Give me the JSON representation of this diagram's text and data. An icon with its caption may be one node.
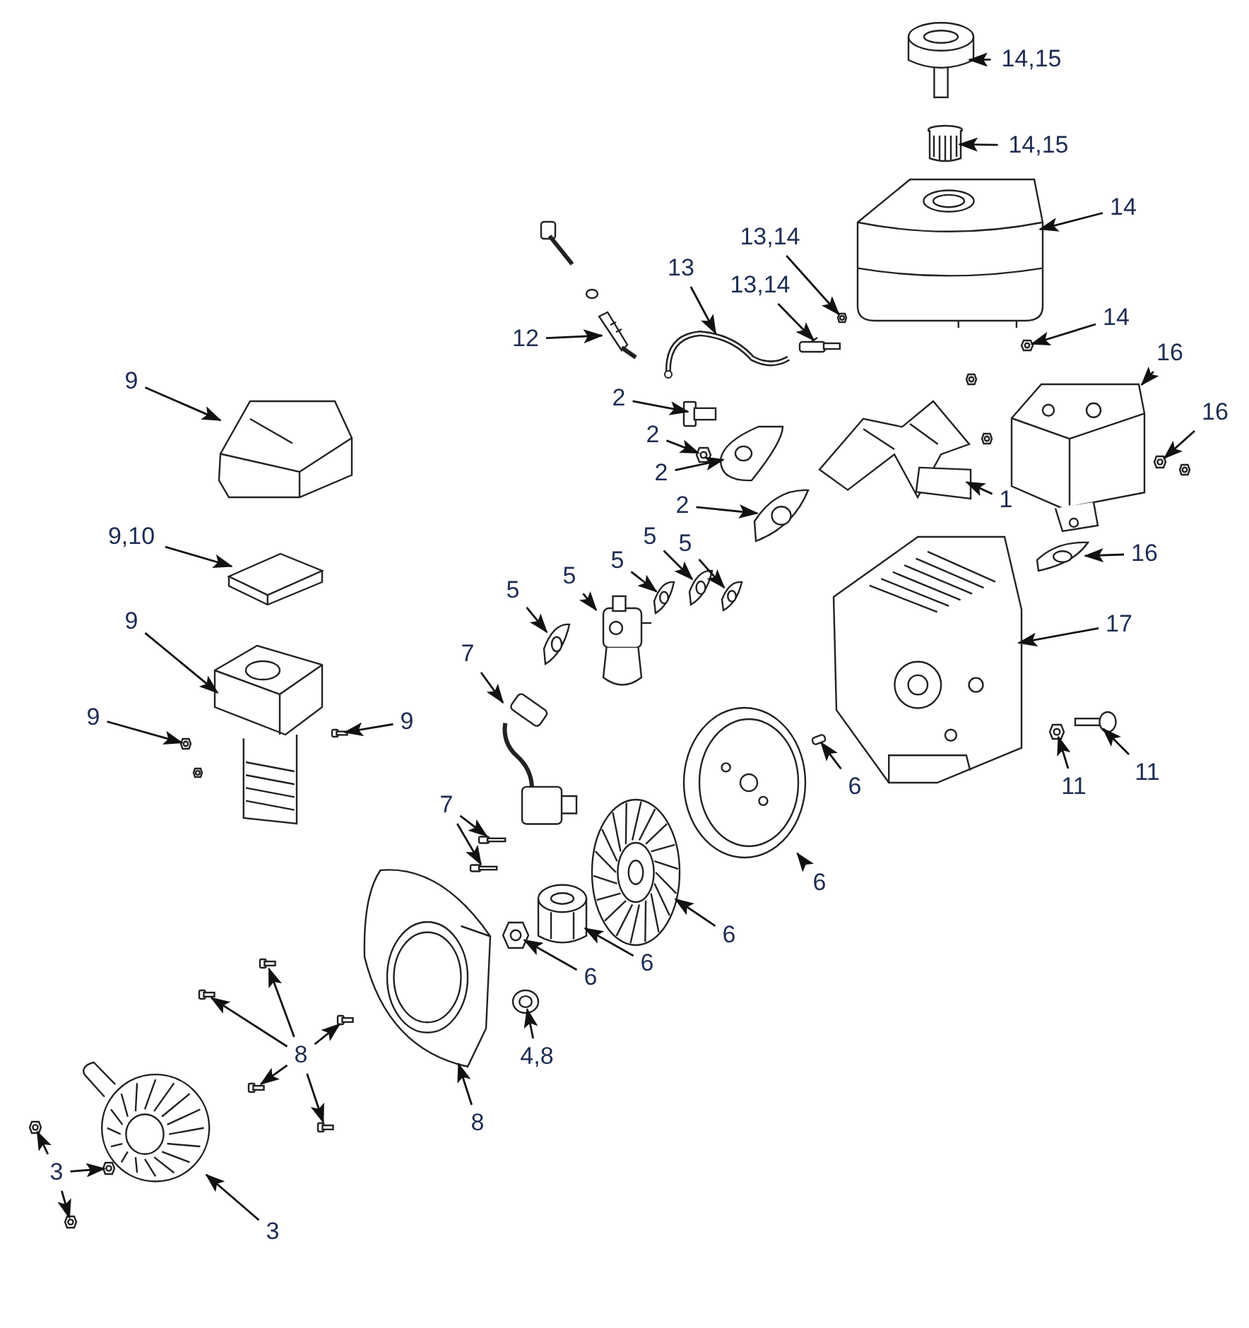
{
  "diagram": {
    "nodes": [
      {
        "text": [
          "14,15"
        ]
      },
      {
        "text": [],
        "shape": "picture"
      },
      {
        "text": [
          "14,15"
        ]
      },
      {
        "text": [],
        "shape": "picture"
      },
      {
        "text": [
          "14"
        ]
      },
      {
        "text": [],
        "shape": "picture"
      },
      {
        "text": [
          "13,14"
        ]
      },
      {
        "text": [],
        "shape": "picture"
      },
      {
        "text": [
          "13,14"
        ]
      },
      {
        "text": [],
        "shape": "picture"
      },
      {
        "text": [
          "13"
        ]
      },
      {
        "text": [],
        "shape": "picture"
      },
      {
        "text": [
          "12"
        ]
      },
      {
        "text": [],
        "shape": "picture"
      },
      {
        "text": [
          "14"
        ]
      },
      {
        "text": [],
        "shape": "picture"
      },
      {
        "text": [
          "16"
        ]
      },
      {
        "text": [],
        "shape": "picture"
      },
      {
        "text": [
          "16"
        ]
      },
      {
        "text": [],
        "shape": "picture"
      },
      {
        "text": [
          "16"
        ]
      },
      {
        "text": [],
        "shape": "picture"
      },
      {
        "text": [
          "9"
        ]
      },
      {
        "text": [],
        "shape": "picture"
      },
      {
        "text": [
          "2"
        ]
      },
      {
        "text": [],
        "shape": "picture"
      },
      {
        "text": [
          "2"
        ]
      },
      {
        "text": [],
        "shape": "picture"
      },
      {
        "text": [
          "2"
        ]
      },
      {
        "text": [],
        "shape": "picture"
      },
      {
        "text": [
          "2"
        ]
      },
      {
        "text": [],
        "shape": "picture"
      },
      {
        "text": [
          "1"
        ]
      },
      {
        "text": [],
        "shape": "picture"
      },
      {
        "text": [
          "9,10"
        ]
      },
      {
        "text": [],
        "shape": "picture"
      },
      {
        "text": [
          "5"
        ]
      },
      {
        "text": [],
        "shape": "picture"
      },
      {
        "text": [
          "5"
        ]
      },
      {
        "text": [],
        "shape": "picture"
      },
      {
        "text": [
          "5"
        ]
      },
      {
        "text": [],
        "shape": "picture"
      },
      {
        "text": [
          "5"
        ]
      },
      {
        "text": [],
        "shape": "picture"
      },
      {
        "text": [
          "5"
        ]
      },
      {
        "text": [],
        "shape": "picture"
      },
      {
        "text": [
          "17"
        ]
      },
      {
        "text": [],
        "shape": "picture"
      },
      {
        "text": [
          "9"
        ]
      },
      {
        "text": [],
        "shape": "picture"
      },
      {
        "text": [
          "7"
        ]
      },
      {
        "text": [],
        "shape": "picture"
      },
      {
        "text": [
          "9"
        ]
      },
      {
        "text": [],
        "shape": "picture"
      },
      {
        "text": [
          "9"
        ]
      },
      {
        "text": [],
        "shape": "picture"
      },
      {
        "text": [
          "11"
        ]
      },
      {
        "text": [],
        "shape": "picture"
      },
      {
        "text": [
          "11"
        ]
      },
      {
        "text": [],
        "shape": "picture"
      },
      {
        "text": [
          "6"
        ]
      },
      {
        "text": [],
        "shape": "bar"
      },
      {
        "text": [
          "7"
        ]
      },
      {
        "text": [],
        "shape": "picture"
      },
      {
        "text": [],
        "shape": "picture"
      },
      {
        "text": [
          "6"
        ]
      },
      {
        "text": [],
        "shape": "picture"
      },
      {
        "text": [
          "6"
        ]
      },
      {
        "text": [],
        "shape": "picture"
      },
      {
        "text": [
          "6"
        ]
      },
      {
        "text": [],
        "shape": "picture"
      },
      {
        "text": [
          "6"
        ]
      },
      {
        "text": [],
        "shape": "picture"
      },
      {
        "text": [
          "4,8"
        ]
      },
      {
        "text": [],
        "shape": "picture"
      },
      {
        "text": [
          "8"
        ]
      },
      {
        "text": [],
        "shape": "picture"
      },
      {
        "text": [],
        "shape": "picture"
      },
      {
        "text": [],
        "shape": "picture"
      },
      {
        "text": [],
        "shape": "picture"
      },
      {
        "text": [],
        "shape": "picture"
      },
      {
        "text": [
          "8"
        ]
      },
      {
        "text": [],
        "shape": "picture"
      },
      {
        "text": [
          "3"
        ]
      },
      {
        "text": [],
        "shape": "picture"
      },
      {
        "text": [],
        "shape": "picture"
      },
      {
        "text": [],
        "shape": "picture"
      },
      {
        "text": [
          "3"
        ]
      },
      {
        "text": [],
        "shape": "picture"
      }
    ],
    "edges": [
      {
        "from": 0,
        "to": 1,
        "arrow": "to"
      },
      {
        "from": 2,
        "to": 3,
        "arrow": "to"
      },
      {
        "from": 4,
        "to": 5,
        "arrow": "to"
      },
      {
        "from": 6,
        "to": 7,
        "arrow": "to"
      },
      {
        "from": 8,
        "to": 9,
        "arrow": "to"
      },
      {
        "from": 10,
        "to": 11,
        "arrow": "to"
      },
      {
        "from": 12,
        "to": 13,
        "arrow": "to"
      },
      {
        "from": 14,
        "to": 15,
        "arrow": "to"
      },
      {
        "from": 16,
        "to": 17,
        "arrow": "to"
      },
      {
        "from": 18,
        "to": 19,
        "arrow": "to"
      },
      {
        "from": 20,
        "to": 21,
        "arrow": "to"
      },
      {
        "from": 22,
        "to": 23,
        "arrow": "to"
      },
      {
        "from": 24,
        "to": 25,
        "arrow": "to"
      },
      {
        "from": 26,
        "to": 27,
        "arrow": "to"
      },
      {
        "from": 28,
        "to": 29,
        "arrow": "to"
      },
      {
        "from": 30,
        "to": 31,
        "arrow": "to"
      },
      {
        "from": 32,
        "to": 33,
        "arrow": "to"
      },
      {
        "from": 34,
        "to": 35,
        "arrow": "to"
      },
      {
        "from": 36,
        "to": 37,
        "arrow": "to"
      },
      {
        "from": 38,
        "to": 39,
        "arrow": "to"
      },
      {
        "from": 40,
        "to": 41,
        "arrow": "to"
      },
      {
        "from": 42,
        "to": 43,
        "arrow": "to"
      },
      {
        "from": 44,
        "to": 45,
        "arrow": "to"
      },
      {
        "from": 46,
        "to": 47,
        "arrow": "to"
      },
      {
        "from": 48,
        "to": 49,
        "arrow": "to"
      },
      {
        "from": 50,
        "to": 51,
        "arrow": "to"
      },
      {
        "from": 52,
        "to": 53,
        "arrow": "to"
      },
      {
        "from": 54,
        "to": 55,
        "arrow": "to"
      },
      {
        "from": 56,
        "to": 57,
        "arrow": "to"
      },
      {
        "from": 58,
        "to": 59,
        "arrow": "to"
      },
      {
        "from": 60,
        "to": 61,
        "arrow": "to"
      },
      {
        "from": 62,
        "to": 63,
        "arrow": "to"
      },
      {
        "from": 62,
        "to": 64,
        "arrow": "to"
      },
      {
        "from": 65,
        "to": 66,
        "arrow": "to"
      },
      {
        "from": 67,
        "to": 68,
        "arrow": "to"
      },
      {
        "from": 69,
        "to": 70,
        "arrow": "to"
      },
      {
        "from": 71,
        "to": 72,
        "arrow": "to"
      },
      {
        "from": 73,
        "to": 74,
        "arrow": "to"
      },
      {
        "from": 75,
        "to": 76,
        "arrow": "to"
      },
      {
        "from": 75,
        "to": 77,
        "arrow": "to"
      },
      {
        "from": 75,
        "to": 78,
        "arrow": "to"
      },
      {
        "from": 75,
        "to": 79,
        "arrow": "to"
      },
      {
        "from": 75,
        "to": 80,
        "arrow": "to"
      },
      {
        "from": 81,
        "to": 82,
        "arrow": "to"
      },
      {
        "from": 83,
        "to": 84,
        "arrow": "to"
      },
      {
        "from": 83,
        "to": 85,
        "arrow": "to"
      },
      {
        "from": 83,
        "to": 86,
        "arrow": "to"
      },
      {
        "from": 87,
        "to": 88,
        "arrow": "to"
      }
    ]
  }
}
